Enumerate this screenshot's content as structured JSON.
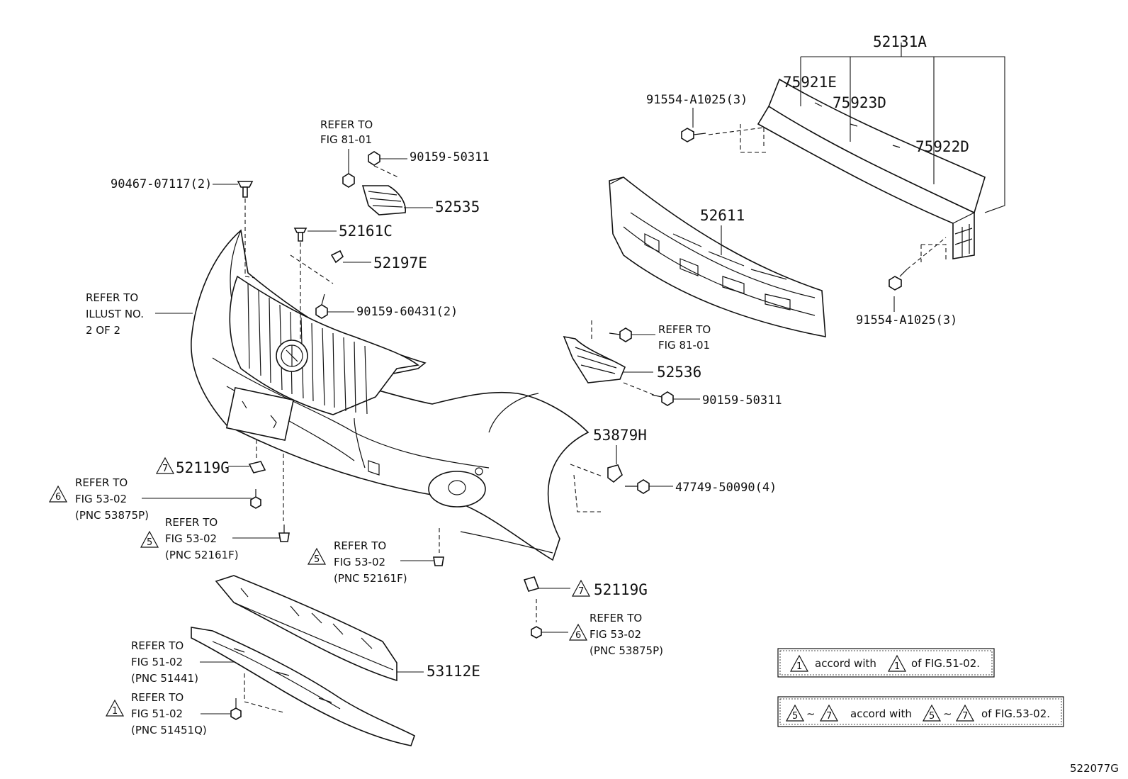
{
  "diagram_code": "522077G",
  "callouts": {
    "c52131A": "52131A",
    "c75921E": "75921E",
    "c75923D": "75923D",
    "c75922D": "75922D",
    "c91554_top": "91554-A1025(3)",
    "c91554_bot": "91554-A1025(3)",
    "c52611": "52611",
    "c90467": "90467-07117(2)",
    "c90159_50311_top": "90159-50311",
    "c52535": "52535",
    "c52161C": "52161C",
    "c52197E": "52197E",
    "c90159_60431": "90159-60431(2)",
    "c52536": "52536",
    "c90159_50311_bot": "90159-50311",
    "c53879H": "53879H",
    "c47749": "47749-50090(4)",
    "c52119G_left": "52119G",
    "c52119G_right": "52119G",
    "c53112E": "53112E"
  },
  "refs": {
    "illust_1": "REFER TO",
    "illust_2": "ILLUST NO.",
    "illust_3": "2 OF 2",
    "fig81_top_1": "REFER TO",
    "fig81_top_2": "FIG 81-01",
    "fig81_right_1": "REFER TO",
    "fig81_right_2": "FIG 81-01",
    "r6left_1": "REFER TO",
    "r6left_2": "FIG 53-02",
    "r6left_3": "(PNC 53875P)",
    "r5a_1": "REFER TO",
    "r5a_2": "FIG 53-02",
    "r5a_3": "(PNC 52161F)",
    "r5b_1": "REFER TO",
    "r5b_2": "FIG 53-02",
    "r5b_3": "(PNC 52161F)",
    "r6right_1": "REFER TO",
    "r6right_2": "FIG 53-02",
    "r6right_3": "(PNC 53875P)",
    "r51a_1": "REFER TO",
    "r51a_2": "FIG 51-02",
    "r51a_3": "(PNC 51441)",
    "r51b_1": "REFER TO",
    "r51b_2": "FIG 51-02",
    "r51b_3": "(PNC 51451Q)"
  },
  "triangles": {
    "t1": "1",
    "t5": "5",
    "t6": "6",
    "t7": "7"
  },
  "legend": {
    "row1_accord": "accord with",
    "row1_of": "of FIG.51-02.",
    "row2_tilde": "~",
    "row2_accord": "accord with",
    "row2_of": "of FIG.53-02."
  }
}
